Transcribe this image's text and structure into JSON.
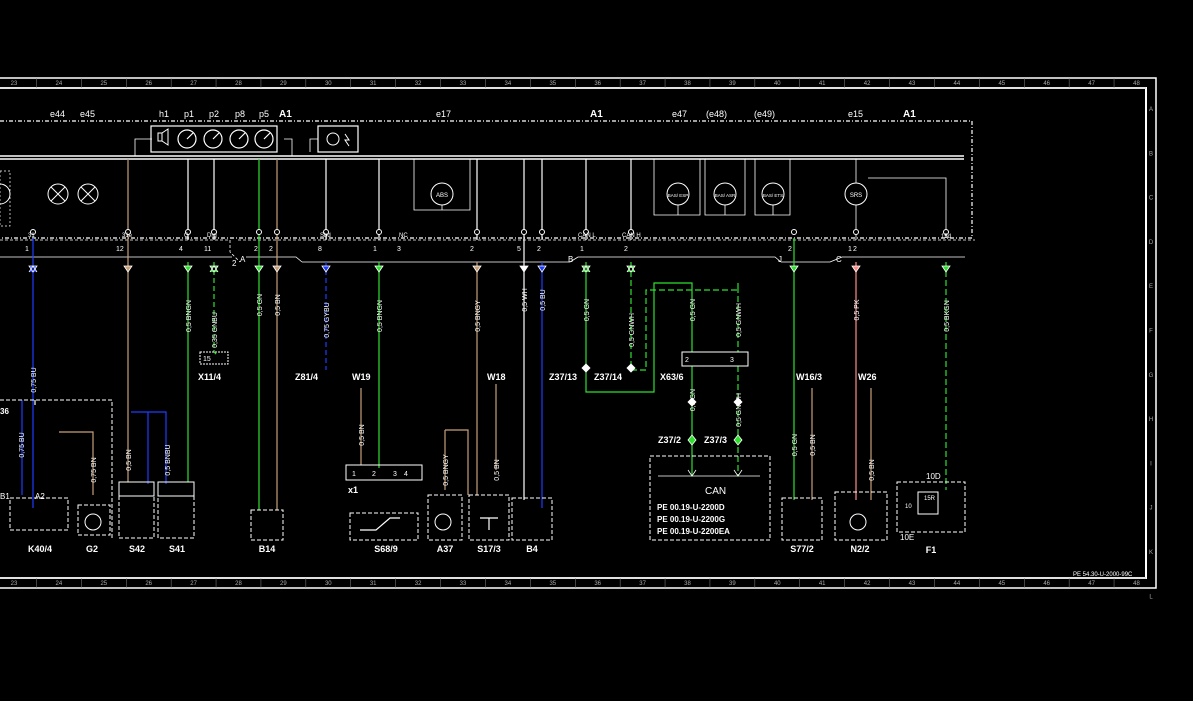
{
  "sheet": {
    "ref": "PE 54.30-U-2000-99C",
    "top_cols": [
      "23",
      "24",
      "25",
      "26",
      "27",
      "28",
      "29",
      "30",
      "31",
      "32",
      "33",
      "34",
      "35",
      "36",
      "37",
      "38",
      "39",
      "40",
      "41",
      "42",
      "43",
      "44",
      "45",
      "46",
      "47",
      "48"
    ],
    "rows": [
      "A",
      "B",
      "C",
      "D",
      "E",
      "F",
      "G",
      "H",
      "I",
      "J",
      "K",
      "L"
    ]
  },
  "instrument_cluster": {
    "label": "A1",
    "label2": "A1",
    "label3": "A1",
    "top_labels": [
      "e44",
      "e45",
      "h1",
      "p1",
      "p2",
      "p8",
      "p5",
      "e17",
      "e47",
      "(e48)",
      "(e49)",
      "e15"
    ],
    "lamps": [
      "ABS",
      "BAS/ ESP",
      "BAS/ ASR",
      "BAS/ ETS",
      "SRS"
    ],
    "pins": [
      "1",
      "12",
      "4",
      "11",
      "2",
      "2",
      "8",
      "1",
      "3",
      "2",
      "5",
      "2",
      "1",
      "2",
      "2",
      "1",
      "2",
      "15d"
    ],
    "pin_names": [
      "31",
      "31e",
      "G",
      "Drg",
      "Sbd",
      "NC",
      "CAN L",
      "CAN H"
    ],
    "conn_letters": [
      "A",
      "B",
      "J",
      "C"
    ],
    "conn_num": "2"
  },
  "wires": [
    {
      "label": "0,75 BU",
      "color": "#1e3cff"
    },
    {
      "label": "0,75 BU",
      "color": "#1e3cff"
    },
    {
      "label": "0,75 BN",
      "color": "#c8a078"
    },
    {
      "label": "0,5 BN",
      "color": "#c8a078"
    },
    {
      "label": "0,5 BNBU",
      "color": "#1e3cff"
    },
    {
      "label": "0,5 BNGN",
      "color": "#2ee02e"
    },
    {
      "label": "0,35 GNBU",
      "color": "#2ee02e"
    },
    {
      "label": "0,5 GN",
      "color": "#2ee02e"
    },
    {
      "label": "0,5 BN",
      "color": "#c8a078"
    },
    {
      "label": "0,75 GYBU",
      "color": "#1e3cff"
    },
    {
      "label": "0,5 BNGN",
      "color": "#2ee02e"
    },
    {
      "label": "0,5 BN",
      "color": "#c8a078"
    },
    {
      "label": "0,5 BNGY",
      "color": "#c8a078"
    },
    {
      "label": "0,5 BNGY",
      "color": "#c8a078"
    },
    {
      "label": "0,5 BN",
      "color": "#c8a078"
    },
    {
      "label": "0,5 WH",
      "color": "#ffffff"
    },
    {
      "label": "0,5 BU",
      "color": "#1e3cff"
    },
    {
      "label": "0,5 GN",
      "color": "#2ee02e"
    },
    {
      "label": "0,5 GNWH",
      "color": "#2ee02e"
    },
    {
      "label": "0,5 GN",
      "color": "#2ee02e"
    },
    {
      "label": "0,5 GNWH",
      "color": "#2ee02e"
    },
    {
      "label": "0,5 GN",
      "color": "#2ee02e"
    },
    {
      "label": "0,5 GNWH",
      "color": "#2ee02e"
    },
    {
      "label": "0,5 GN",
      "color": "#2ee02e"
    },
    {
      "label": "0,5 BN",
      "color": "#c8a078"
    },
    {
      "label": "0,5 PK",
      "color": "#ff8c8c"
    },
    {
      "label": "0,5 BN",
      "color": "#c8a078"
    },
    {
      "label": "0,5 BKGN",
      "color": "#2ee02e"
    }
  ],
  "nodes": [
    "X11/4",
    "Z81/4",
    "W19",
    "W18",
    "Z37/13",
    "Z37/14",
    "X63/6",
    "Z37/2",
    "Z37/3",
    "W16/3",
    "W26"
  ],
  "node_pins": {
    "x11": "15",
    "x63a": "2",
    "x63b": "3",
    "s68_conn": "x1",
    "s68_pins": [
      "1",
      "2",
      "3",
      "4"
    ]
  },
  "components": [
    "K40/4",
    "G2",
    "S42",
    "S41",
    "B14",
    "S68/9",
    "A37",
    "S17/3",
    "B4",
    "S77/2",
    "N2/2",
    "F1"
  ],
  "comp_misc": {
    "k40_prefix": "36",
    "b1": "B1",
    "a2": "A2",
    "fuse_10d": "10D",
    "fuse_10e": "10E",
    "fuse_15r": "15R",
    "fuse_10": "10"
  },
  "can_box": {
    "title": "CAN",
    "refs": [
      "PE 00.19-U-2200D",
      "PE 00.19-U-2200G",
      "PE 00.19-U-2200EA"
    ]
  }
}
